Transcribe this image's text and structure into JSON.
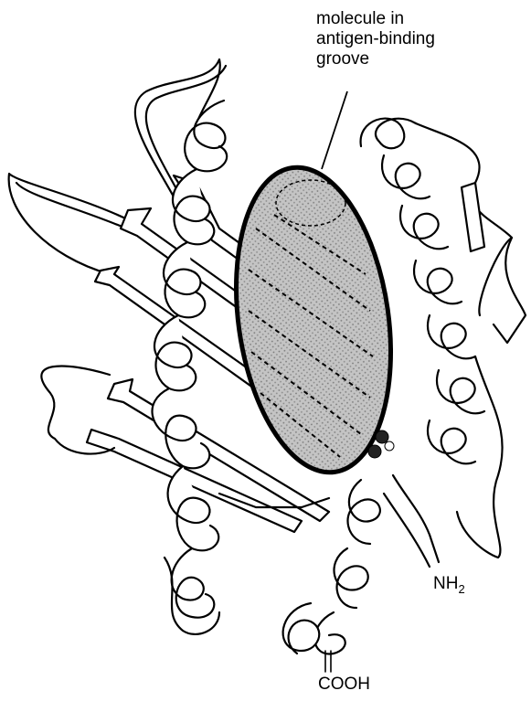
{
  "labels": {
    "groove_line1": "molecule in",
    "groove_line2": "antigen-binding",
    "groove_line3": "groove",
    "nh2_main": "NH",
    "nh2_sub": "2",
    "cooh": "COOH"
  },
  "colors": {
    "ink": "#000000",
    "ribbon_fill": "#ffffff",
    "molecule_fill": "#b9b9b9",
    "background": "#ffffff"
  }
}
